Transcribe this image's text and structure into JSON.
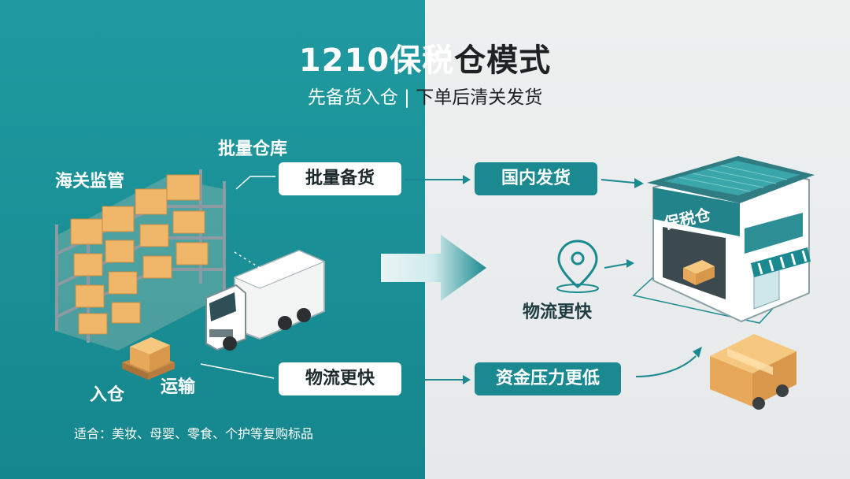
{
  "title": {
    "left": "1210保税",
    "right": "仓模式"
  },
  "subtitle": {
    "left": "先备货入仓",
    "separator": " | ",
    "right": "下单后清关发货"
  },
  "labels": {
    "batch_warehouse": "批量仓库",
    "customs_supervision": "海关监管",
    "inbound": "入仓",
    "transport": "运输",
    "faster_logistics_mid": "物流更快",
    "bonded_warehouse_sign": "保税仓"
  },
  "pills": {
    "batch_stock": "批量备货",
    "domestic_shipping": "国内发货",
    "faster_logistics": "物流更快",
    "lower_capital_pressure": "资金压力更低"
  },
  "footnote": "适合：美妆、母婴、零食、个护等复购标品",
  "colors": {
    "teal": "#1a8a90",
    "teal_dark": "#15868d",
    "box": "#f0b76a",
    "bg_right": "#eef0f0"
  },
  "icons": [
    "shelf-icon",
    "truck-icon",
    "pallet-box-icon",
    "arrow-right-icon",
    "location-pin-icon",
    "warehouse-icon",
    "delivery-box-icon"
  ]
}
